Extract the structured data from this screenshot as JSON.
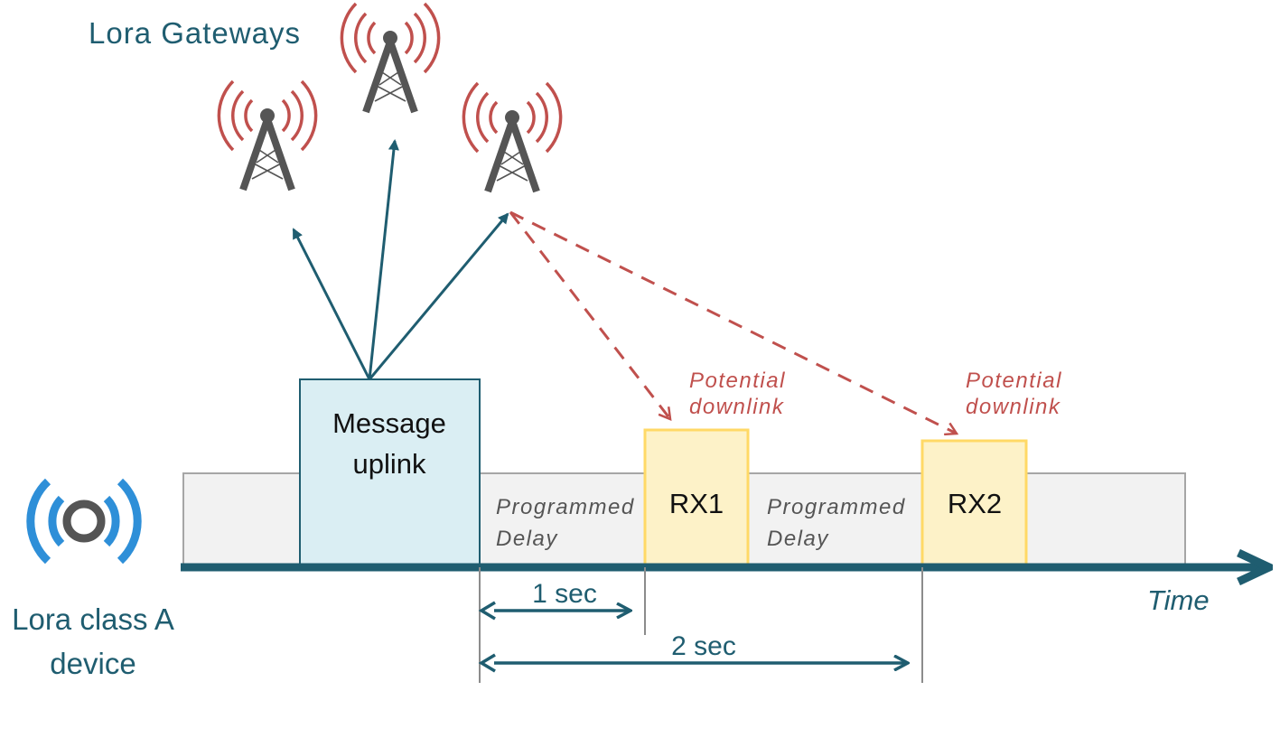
{
  "title": "Lora Gateways",
  "device_label": [
    "Lora class A",
    "device"
  ],
  "uplink_label": [
    "Message",
    "uplink"
  ],
  "delay_label_1": [
    "Programmed",
    "Delay"
  ],
  "delay_label_2": [
    "Programmed",
    "Delay"
  ],
  "rx1_label": "RX1",
  "rx2_label": "RX2",
  "potential_1": [
    "Potential",
    "downlink"
  ],
  "potential_2": [
    "Potential",
    "downlink"
  ],
  "dim_1": "1 sec",
  "dim_2": "2 sec",
  "time_label": "Time",
  "colors": {
    "accent": "#1f5d70",
    "gateway_waves": "#c0504d",
    "tower": "#555555",
    "device_waves": "#2e8fd8",
    "uplink_fill": "#daeef3",
    "rx_fill": "#fdf2c8",
    "rx_border": "#ffd966",
    "band_fill": "#f2f2f2"
  },
  "icons": [
    "gateway-tower-icon",
    "lora-device-icon"
  ]
}
